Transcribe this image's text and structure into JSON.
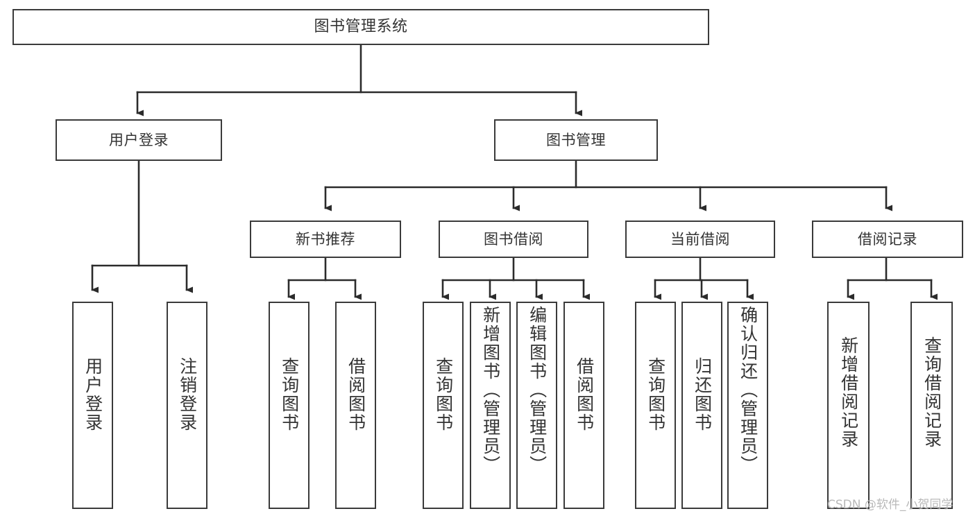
{
  "diagram": {
    "title": "图书管理系统",
    "type": "hierarchy-tree",
    "root": {
      "label": "图书管理系统"
    },
    "level2": [
      {
        "id": "user-login",
        "label": "用户登录"
      },
      {
        "id": "book-manage",
        "label": "图书管理"
      }
    ],
    "level3": [
      {
        "id": "new-book-recommend",
        "label": "新书推荐"
      },
      {
        "id": "book-borrow",
        "label": "图书借阅"
      },
      {
        "id": "current-borrow",
        "label": "当前借阅"
      },
      {
        "id": "borrow-record",
        "label": "借阅记录"
      }
    ],
    "leaves": {
      "user_login": [
        {
          "id": "leaf-user-login",
          "label": "用户登录"
        },
        {
          "id": "leaf-logout-login",
          "label": "注销登录"
        }
      ],
      "new_book_recommend": [
        {
          "id": "leaf-query-book-1",
          "label": "查询图书"
        },
        {
          "id": "leaf-borrow-book-1",
          "label": "借阅图书"
        }
      ],
      "book_borrow": [
        {
          "id": "leaf-query-book-2",
          "label": "查询图书"
        },
        {
          "id": "leaf-add-book-admin",
          "label": "新增图书（管理员）"
        },
        {
          "id": "leaf-edit-book-admin",
          "label": "编辑图书（管理员）"
        },
        {
          "id": "leaf-borrow-book-2",
          "label": "借阅图书"
        }
      ],
      "current_borrow": [
        {
          "id": "leaf-query-book-3",
          "label": "查询图书"
        },
        {
          "id": "leaf-return-book",
          "label": "归还图书"
        },
        {
          "id": "leaf-confirm-return-admin",
          "label": "确认归还（管理员）"
        }
      ],
      "borrow_record": [
        {
          "id": "leaf-add-borrow-record",
          "label": "新增借阅记录"
        },
        {
          "id": "leaf-query-borrow-record",
          "label": "查询借阅记录"
        }
      ]
    }
  },
  "watermark": {
    "text": "CSDN @软件_小贺同学"
  },
  "colors": {
    "box_border": "#3a3a3a",
    "box_fill": "#ffffff",
    "text": "#333333",
    "connector": "#2b2b2b",
    "watermark": "#b9b9b9",
    "background": "#ffffff"
  }
}
